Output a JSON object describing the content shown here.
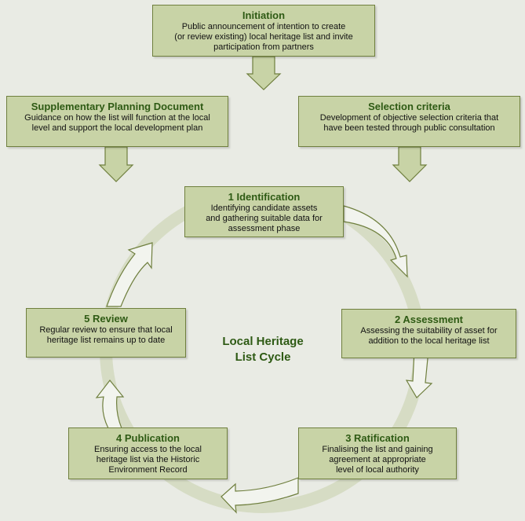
{
  "center_title": "Local Heritage\nList Cycle",
  "initiation": {
    "title": "Initiation",
    "text": "Public announcement of intention to create\n(or review existing) local heritage list and invite\nparticipation from partners"
  },
  "supplementary": {
    "title": "Supplementary Planning Document",
    "text": "Guidance on how the list will function at the local\nlevel and support the local development plan"
  },
  "selection": {
    "title": "Selection criteria",
    "text": "Development of objective selection criteria that\nhave been tested through public consultation"
  },
  "identification": {
    "title": "1  Identification",
    "text": "Identifying candidate assets\nand gathering suitable data for\nassessment phase"
  },
  "assessment": {
    "title": "2  Assessment",
    "text": "Assessing the suitability of asset for\naddition to the local heritage list"
  },
  "ratification": {
    "title": "3  Ratification",
    "text": "Finalising the list and gaining\nagreement at appropriate\nlevel of local authority"
  },
  "publication": {
    "title": "4  Publication",
    "text": "Ensuring access to the local\nheritage list via the Historic\nEnvironment Record"
  },
  "review": {
    "title": "5  Review",
    "text": "Regular review to ensure that local\nheritage list remains up to date"
  },
  "colors": {
    "box_fill": "#c8d3a6",
    "box_border": "#6f7f3e",
    "title_green": "#2e5a14",
    "ring": "#d6dcc4",
    "background": "#e9ebe4"
  }
}
